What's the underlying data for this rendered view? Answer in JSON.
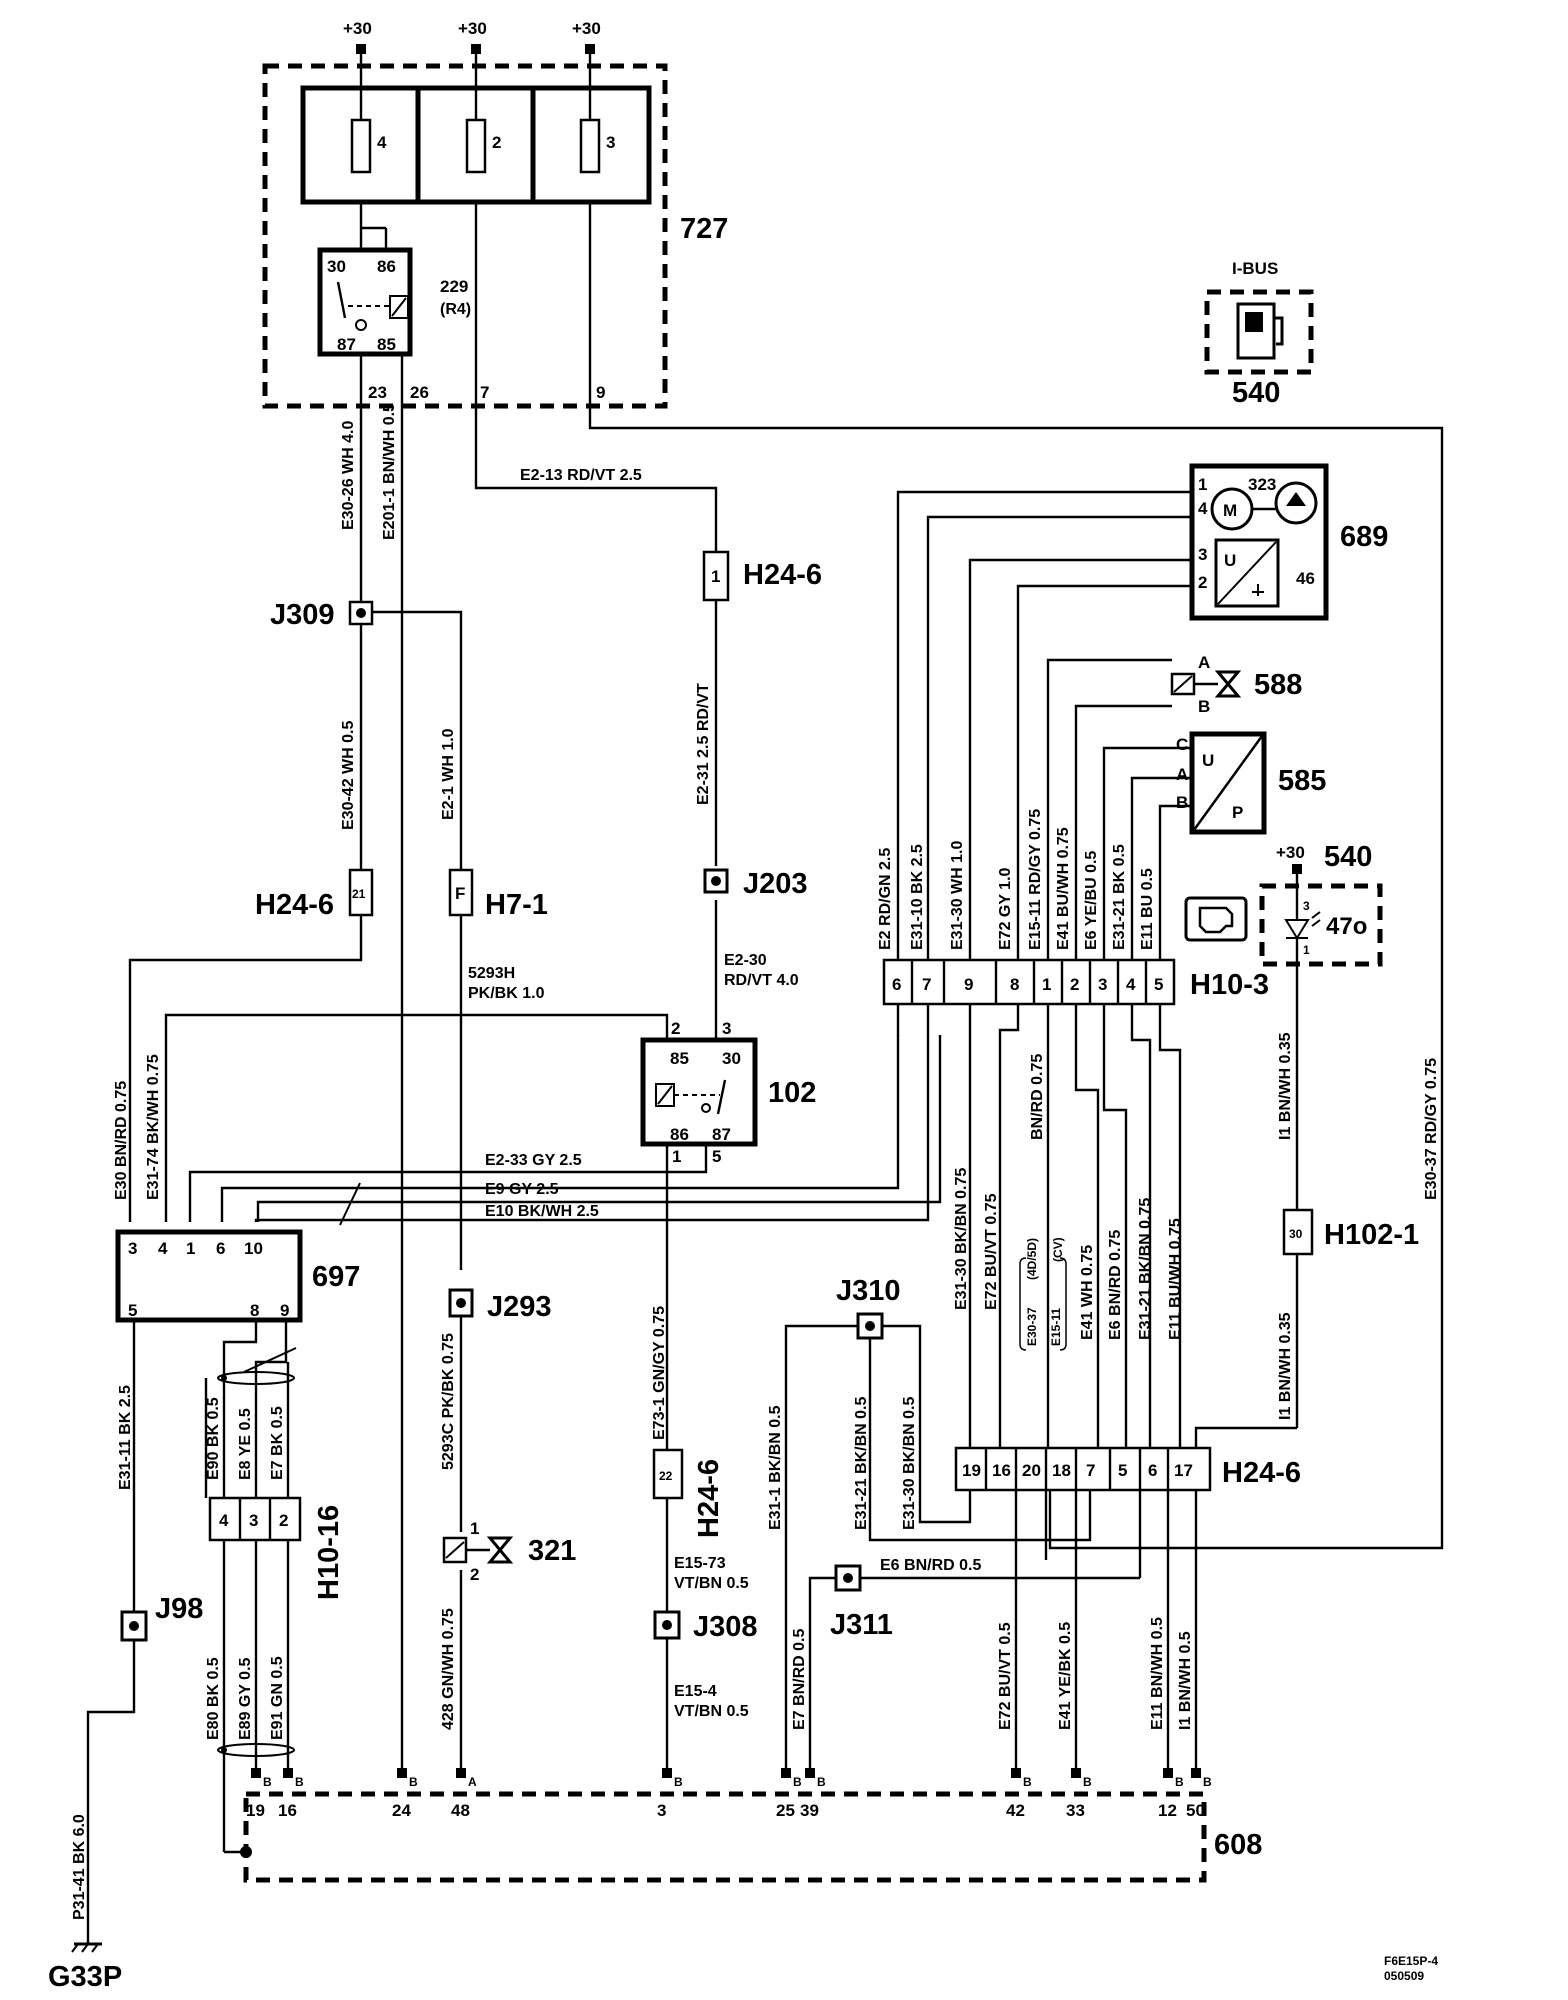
{
  "supply": {
    "plus30": "+30"
  },
  "fusebox": {
    "id": "727",
    "fuses": [
      "4",
      "2",
      "3"
    ],
    "relay": {
      "id": "229",
      "sub": "(R4)",
      "pins": [
        "30",
        "86",
        "87",
        "85"
      ]
    },
    "outputs": [
      "23",
      "26",
      "7",
      "9"
    ]
  },
  "ibus": {
    "label": "I-BUS",
    "id": "540"
  },
  "pump_unit": {
    "id": "689",
    "motor": "M",
    "motor_id": "323",
    "sender_id": "46",
    "sender_u": "U",
    "pins": [
      "1",
      "4",
      "3",
      "2"
    ]
  },
  "valve_588": {
    "id": "588",
    "pins": [
      "A",
      "B"
    ]
  },
  "sensor_585": {
    "id": "585",
    "u": "U",
    "p": "P",
    "pins": [
      "C",
      "A",
      "B"
    ]
  },
  "lamp_540": {
    "supply": "+30",
    "id": "540",
    "lamp": "47o",
    "pins": [
      "3",
      "1"
    ]
  },
  "connectors": {
    "h24_6": "H24-6",
    "h7_1": "H7-1",
    "h10_3": "H10-3",
    "h10_16": "H10-16",
    "h102_1": "H102-1",
    "h24_6_pin1": "1",
    "h24_6_pin21": "21",
    "h24_6_pin22": "22",
    "h7_1_pin": "F",
    "h102_1_pin": "30",
    "h10_3_pins": [
      "6",
      "7",
      "9",
      "8",
      "1",
      "2",
      "3",
      "4",
      "5"
    ],
    "h24_6_bottom_pins": [
      "19",
      "16",
      "20",
      "18",
      "7",
      "5",
      "6",
      "17"
    ],
    "h10_16_pins": [
      "4",
      "3",
      "2"
    ]
  },
  "junctions": {
    "j309": "J309",
    "j203": "J203",
    "j293": "J293",
    "j308": "J308",
    "j310": "J310",
    "j311": "J311",
    "j98": "J98"
  },
  "relay_102": {
    "id": "102",
    "pins": [
      "85",
      "30",
      "86",
      "87"
    ],
    "terminals": [
      "2",
      "3",
      "1",
      "5"
    ]
  },
  "module_697": {
    "id": "697",
    "top_pins": [
      "3",
      "4",
      "1",
      "6",
      "10"
    ],
    "bottom_pins": [
      "5",
      "8",
      "9"
    ]
  },
  "valve_321": {
    "id": "321",
    "pins": [
      "1",
      "2"
    ]
  },
  "ecu_608": {
    "id": "608",
    "pin_types": [
      "B",
      "B",
      "B",
      "A",
      "B",
      "B",
      "B",
      "B",
      "B",
      "B",
      "B"
    ],
    "pins": [
      "19",
      "16",
      "24",
      "48",
      "3",
      "25",
      "39",
      "42",
      "33",
      "12",
      "50"
    ]
  },
  "ground": {
    "id": "G33P"
  },
  "wires": {
    "e30_26": "E30-26  WH  4.0",
    "e201_1": "E201-1  BN/WH  0.5",
    "e2_13": "E2-13  RD/VT  2.5",
    "e30_42": "E30-42  WH  0.5",
    "e2_1": "E2-1  WH  1.0",
    "e2_31": "E2-31  2.5  RD/VT",
    "w5293h_a": "5293H",
    "w5293h_b": "PK/BK  1.0",
    "e2_30_a": "E2-30",
    "e2_30_b": "RD/VT  4.0",
    "e30": "E30  BN/RD  0.75",
    "e31_74": "E31-74  BK/WH  0.75",
    "e2_33": "E2-33  GY  2.5",
    "e9": "E9  GY  2.5",
    "e10": "E10  BK/WH  2.5",
    "v_e2": "E2  RD/GN  2.5",
    "v_e31_10": "E31-10  BK  2.5",
    "v_e31_30": "E31-30  WH  1.0",
    "v_e72": "E72  GY  1.0",
    "v_e15_11": "E15-11  RD/GY  0.75",
    "v_e41": "E41  BU/WH  0.75",
    "v_e6": "E6  YE/BU  0.5",
    "v_e31_21": "E31-21  BK  0.5",
    "v_e11": "E11  BU  0.5",
    "i1_a": "I1  BN/WH  0.35",
    "i1_b": "I1  BN/WH  0.35",
    "e30_37": "E30-37  RD/GY  0.75",
    "b_e31_30": "E31-30  BK/BN  0.75",
    "b_e72": "E72  BU/VT  0.75",
    "b_4d5d": "(4D/5D)",
    "b_bnrd": "BN/RD  0.75",
    "b_cv": "(CV)",
    "b_e30_37": "E30-37",
    "b_e15_11": "E15-11",
    "b_e41": "E41  WH  0.75",
    "b_e6": "E6  BN/RD  0.75",
    "b_e31_21": "E31-21  BK/BN  0.75",
    "b_e11": "E11  BU/WH  0.75",
    "e5293c": "5293C  PK/BK  0.75",
    "e73_1": "E73-1  GN/GY  0.75",
    "e31_11": "E31-11  BK  2.5",
    "e90a": "E90  BK  0.5",
    "e8": "E8  YE  0.5",
    "e7a": "E7  BK  0.5",
    "e31_1": "E31-1  BK/BN  0.5",
    "e31_21b": "E31-21  BK/BN  0.5",
    "e31_30b": "E31-30  BK/BN  0.5",
    "e15_73_a": "E15-73",
    "e15_73_b": "VT/BN  0.5",
    "e15_4_a": "E15-4",
    "e15_4_b": "VT/BN  0.5",
    "e6_bnrd": "E6  BN/RD  0.5",
    "w428": "428  GN/WH  0.75",
    "e80": "E80  BK  0.5",
    "e89": "E89  GY  0.5",
    "e91": "E91  GN  0.5",
    "e7b": "E7  BN/RD  0.5",
    "e72b": "E72  BU/VT  0.5",
    "e41b": "E41  YE/BK  0.5",
    "e11b": "E11  BN/WH  0.5",
    "i1b": "I1  BN/WH  0.5",
    "p31_41": "P31-41  BK  6.0"
  },
  "footer": {
    "code1": "F6E15P-4",
    "code2": "050509"
  }
}
